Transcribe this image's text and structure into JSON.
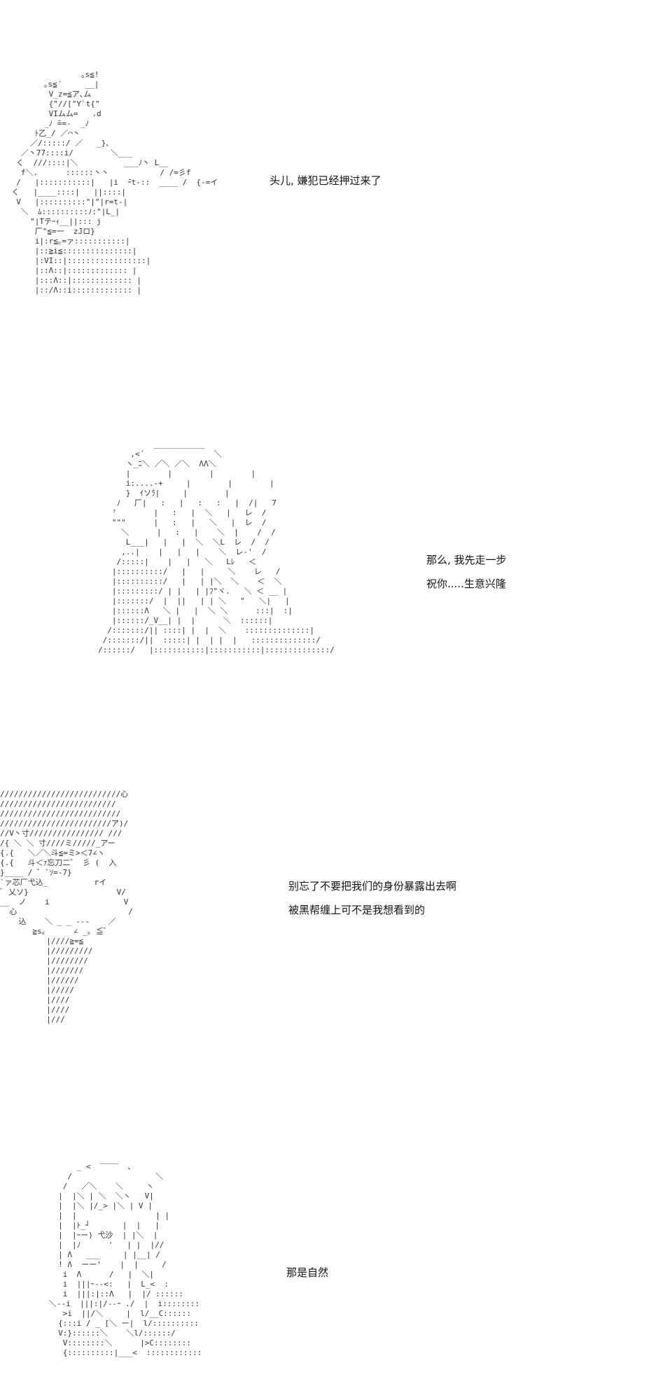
{
  "panels": [
    {
      "id": "panel-1",
      "dialogue": [
        "头儿, 嫌犯已经押过来了"
      ]
    },
    {
      "id": "panel-2",
      "dialogue": [
        "那么, 我先走一步",
        "祝你.....生意兴隆"
      ]
    },
    {
      "id": "panel-3",
      "dialogue": [
        "别忘了不要把我们的身份暴露出去啊",
        "被黑帮缠上可不是我想看到的"
      ]
    },
    {
      "id": "panel-4",
      "dialogue": [
        "那是自然"
      ]
    }
  ]
}
